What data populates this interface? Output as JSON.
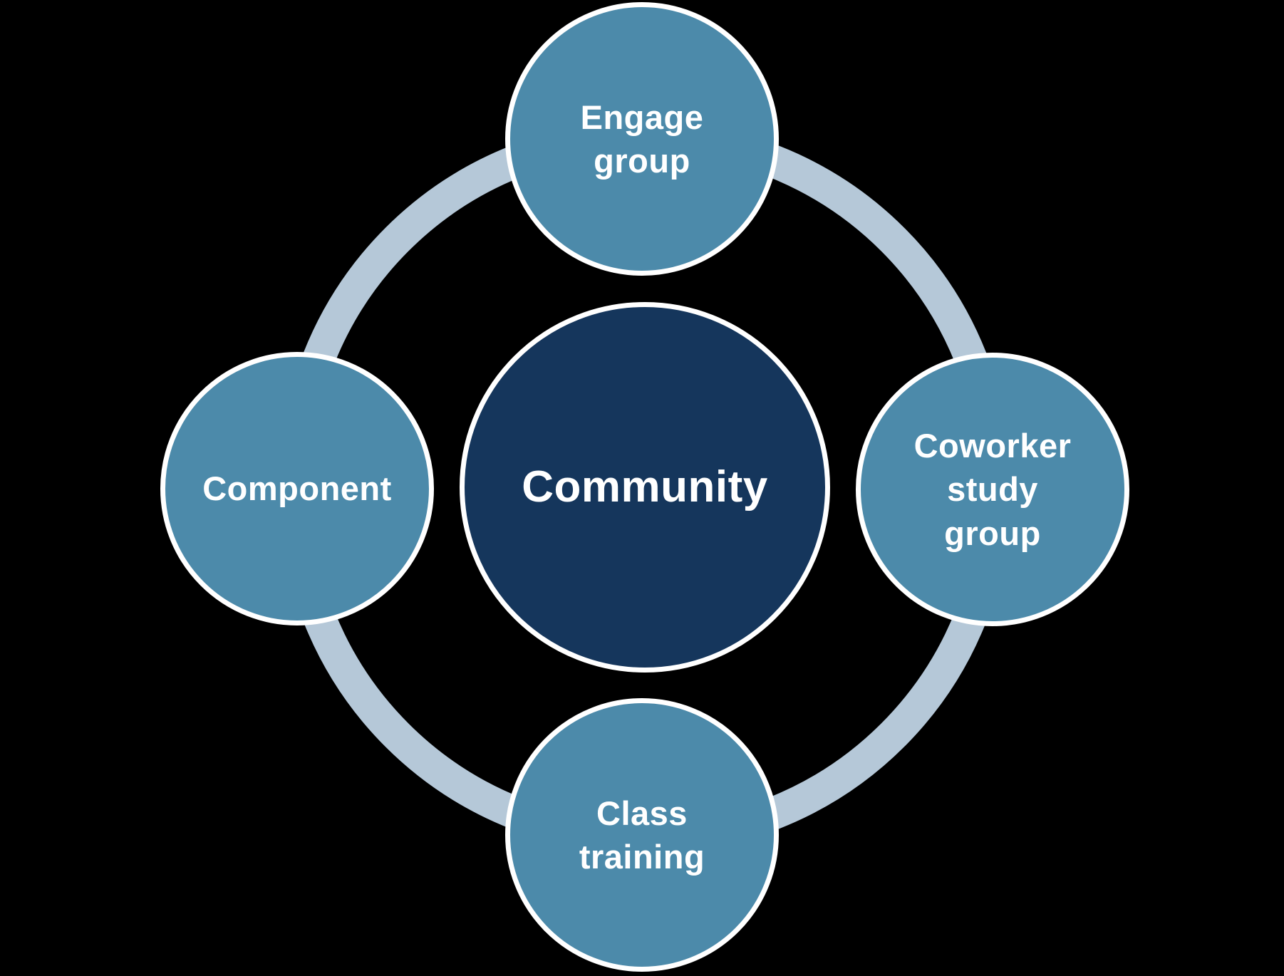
{
  "diagram": {
    "title": "Community cycle diagram",
    "colors": {
      "bg": "#000000",
      "node-fill": "#4C8AAA",
      "center-fill": "#15365C",
      "ring": "#B5C8D8",
      "stroke": "#FFFFFF",
      "text": "#FFFFFF"
    },
    "center": {
      "label": "Community"
    },
    "nodes": [
      {
        "id": "engage-group",
        "position": "top",
        "label": "Engage\ngroup"
      },
      {
        "id": "coworker-study-group",
        "position": "right",
        "label": "Coworker\nstudy\ngroup"
      },
      {
        "id": "class-training",
        "position": "bottom",
        "label": "Class\ntraining"
      },
      {
        "id": "component",
        "position": "left",
        "label": "Component"
      }
    ]
  }
}
